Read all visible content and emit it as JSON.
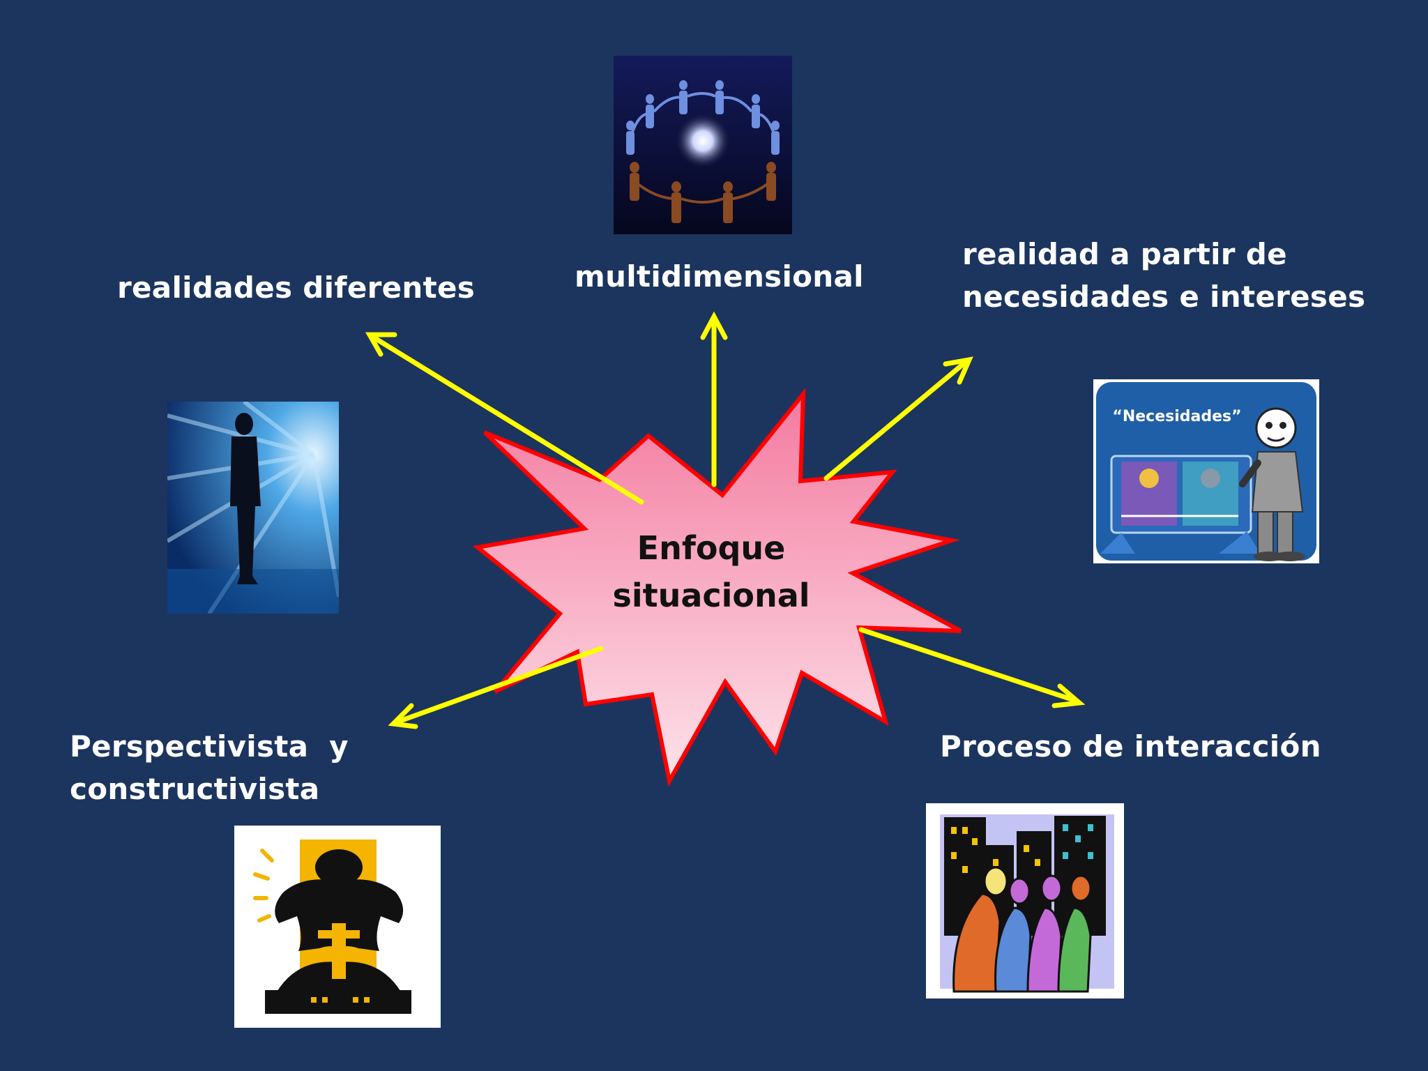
{
  "center": {
    "line1": "Enfoque",
    "line2": "situacional"
  },
  "branches": {
    "realidades": "realidades diferentes",
    "multidimensional": "multidimensional",
    "necesidades_line1": "realidad a partir de",
    "necesidades_line2": "necesidades e intereses",
    "perspectivista_line1": "Perspectivista  y",
    "perspectivista_line2": "constructivista",
    "interaccion": "Proceso de interacción"
  },
  "images": {
    "necesidades_board_title": "“Necesidades”"
  },
  "colors": {
    "background": "#1c355e",
    "arrow": "#ffff00",
    "starburst_fill_top": "#f47aa0",
    "starburst_fill_bottom": "#fde3ea",
    "starburst_outline": "#ff0000",
    "label_text": "#ffffff"
  },
  "icons": {
    "people_circle": "people-circle-image",
    "silhouette": "silhouette-light-image",
    "presenter": "presenter-board-image",
    "lifter": "weightlifter-clipart-image",
    "crowd": "city-people-clipart-image"
  }
}
